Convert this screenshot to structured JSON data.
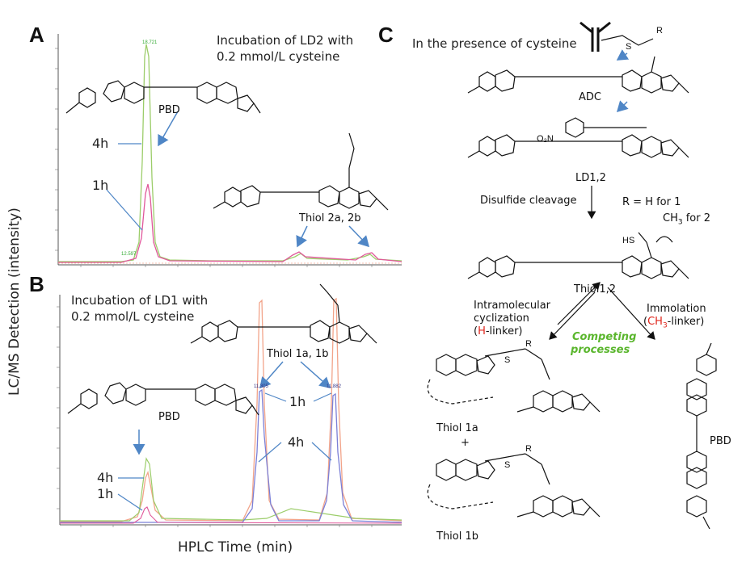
{
  "panels": {
    "a": {
      "letter": "A",
      "caption_line1": "Incubation of LD2 with",
      "caption_line2": "0.2 mmol/L cysteine",
      "peak_label": "18.721",
      "baseline_label": "12.597",
      "pbd_label": "PBD",
      "h4": "4h",
      "h1": "1h",
      "thiol_label": "Thiol 2a, 2b"
    },
    "b": {
      "letter": "B",
      "caption_line1": "Incubation of LD1 with",
      "caption_line2": "0.2 mmol/L cysteine",
      "thiol_label": "Thiol 1a, 1b",
      "peak1_label": "11.305",
      "peak2_label": "11.882",
      "h1_mid": "1h",
      "h4_mid": "4h",
      "pbd_label": "PBD",
      "h4": "4h",
      "h1": "1h"
    },
    "c": {
      "letter": "C",
      "caption": "In the presence of cysteine",
      "adc_label": "ADC",
      "ld_label": "LD1,2",
      "disulfide": "Disulfide cleavage",
      "r_def1": "R = H for 1",
      "r_def2_pre": "CH",
      "r_def2_sub": "3",
      "r_def2_post": " for 2",
      "thiol12": "Thiol1,2",
      "left_path1": "Intramolecular",
      "left_path2": "cyclization",
      "left_path3_open": "(",
      "left_path3_red": "H",
      "left_path3_close": "-linker)",
      "right_path1": "Immolation",
      "right_path2_open": "(",
      "right_path2_red": "CH",
      "right_path2_sub": "3",
      "right_path2_close": "-linker)",
      "competing1": "Competing",
      "competing2": "processes",
      "thiol1a": "Thiol 1a",
      "plus": "+",
      "thiol1b": "Thiol 1b",
      "pbd": "PBD",
      "r": "R",
      "s": "S",
      "hs": "HS",
      "o2n": "O₂N"
    }
  },
  "axes": {
    "y_label": "LC/MS Detection (intensity)",
    "x_label": "HPLC Time (min)"
  },
  "colors": {
    "green_trace": "#9ccd6a",
    "pink_trace": "#e0589a",
    "orange_trace": "#f2a48a",
    "blue_trace": "#7b7fd6",
    "arrow_blue": "#4f86c6",
    "red_text": "#e0261c",
    "competing_green": "#5ab62d"
  }
}
